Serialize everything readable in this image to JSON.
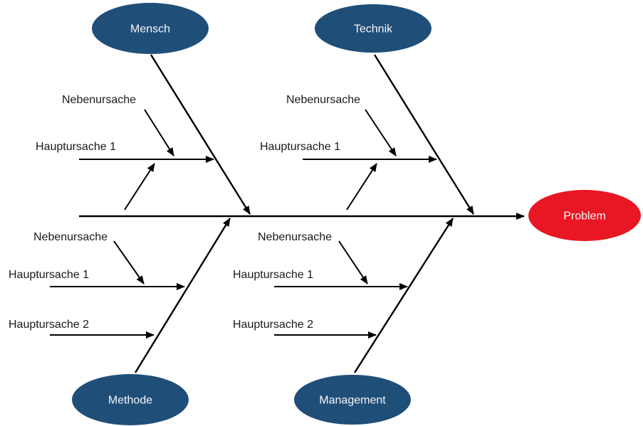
{
  "diagram_type": "ishikawa-fishbone",
  "colors": {
    "category_fill": "#1f4e79",
    "problem_fill": "#e81723",
    "line": "#000000",
    "shape_text": "#f7f7f7",
    "label_text": "#1a1a1a",
    "background": "#ffffff"
  },
  "nodes": {
    "mensch": "Mensch",
    "technik": "Technik",
    "methode": "Methode",
    "management": "Management",
    "problem": "Problem"
  },
  "branches": {
    "mensch": {
      "nebenursache": "Nebenursache",
      "hauptursache1": "Hauptursache 1"
    },
    "technik": {
      "nebenursache": "Nebenursache",
      "hauptursache1": "Hauptursache 1"
    },
    "methode": {
      "nebenursache": "Nebenursache",
      "hauptursache1": "Hauptursache 1",
      "hauptursache2": "Hauptursache 2"
    },
    "management": {
      "nebenursache": "Nebenursache",
      "hauptursache1": "Hauptursache 1",
      "hauptursache2": "Hauptursache 2"
    }
  }
}
